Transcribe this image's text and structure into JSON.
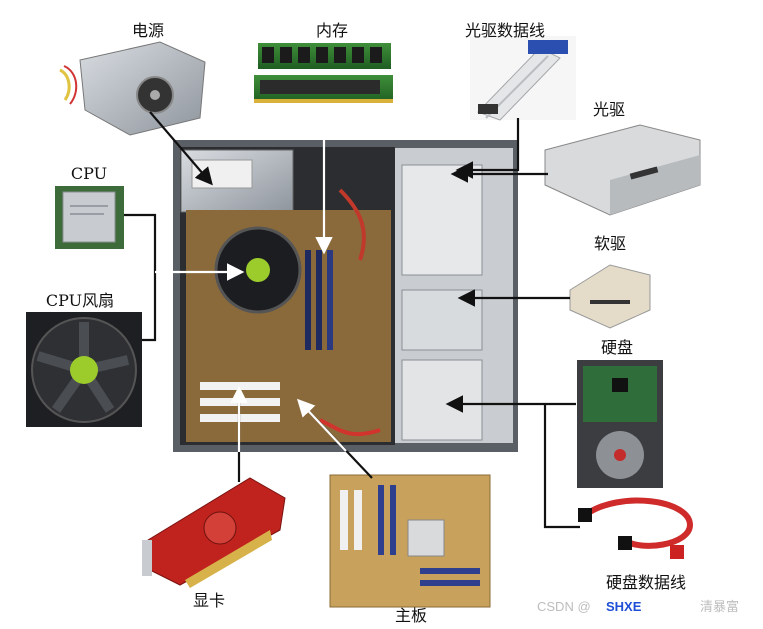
{
  "labels": {
    "power": "电源",
    "memory": "内存",
    "optical_cable": "光驱数据线",
    "optical_drive": "光驱",
    "cpu": "CPU",
    "floppy": "软驱",
    "cpu_fan": "CPU风扇",
    "hard_disk": "硬盘",
    "graphics_card": "显卡",
    "motherboard": "主板",
    "sata_cable": "硬盘数据线"
  },
  "watermark": {
    "text": "CSDN @",
    "brand": "SHXE",
    "author": "清暴富"
  }
}
